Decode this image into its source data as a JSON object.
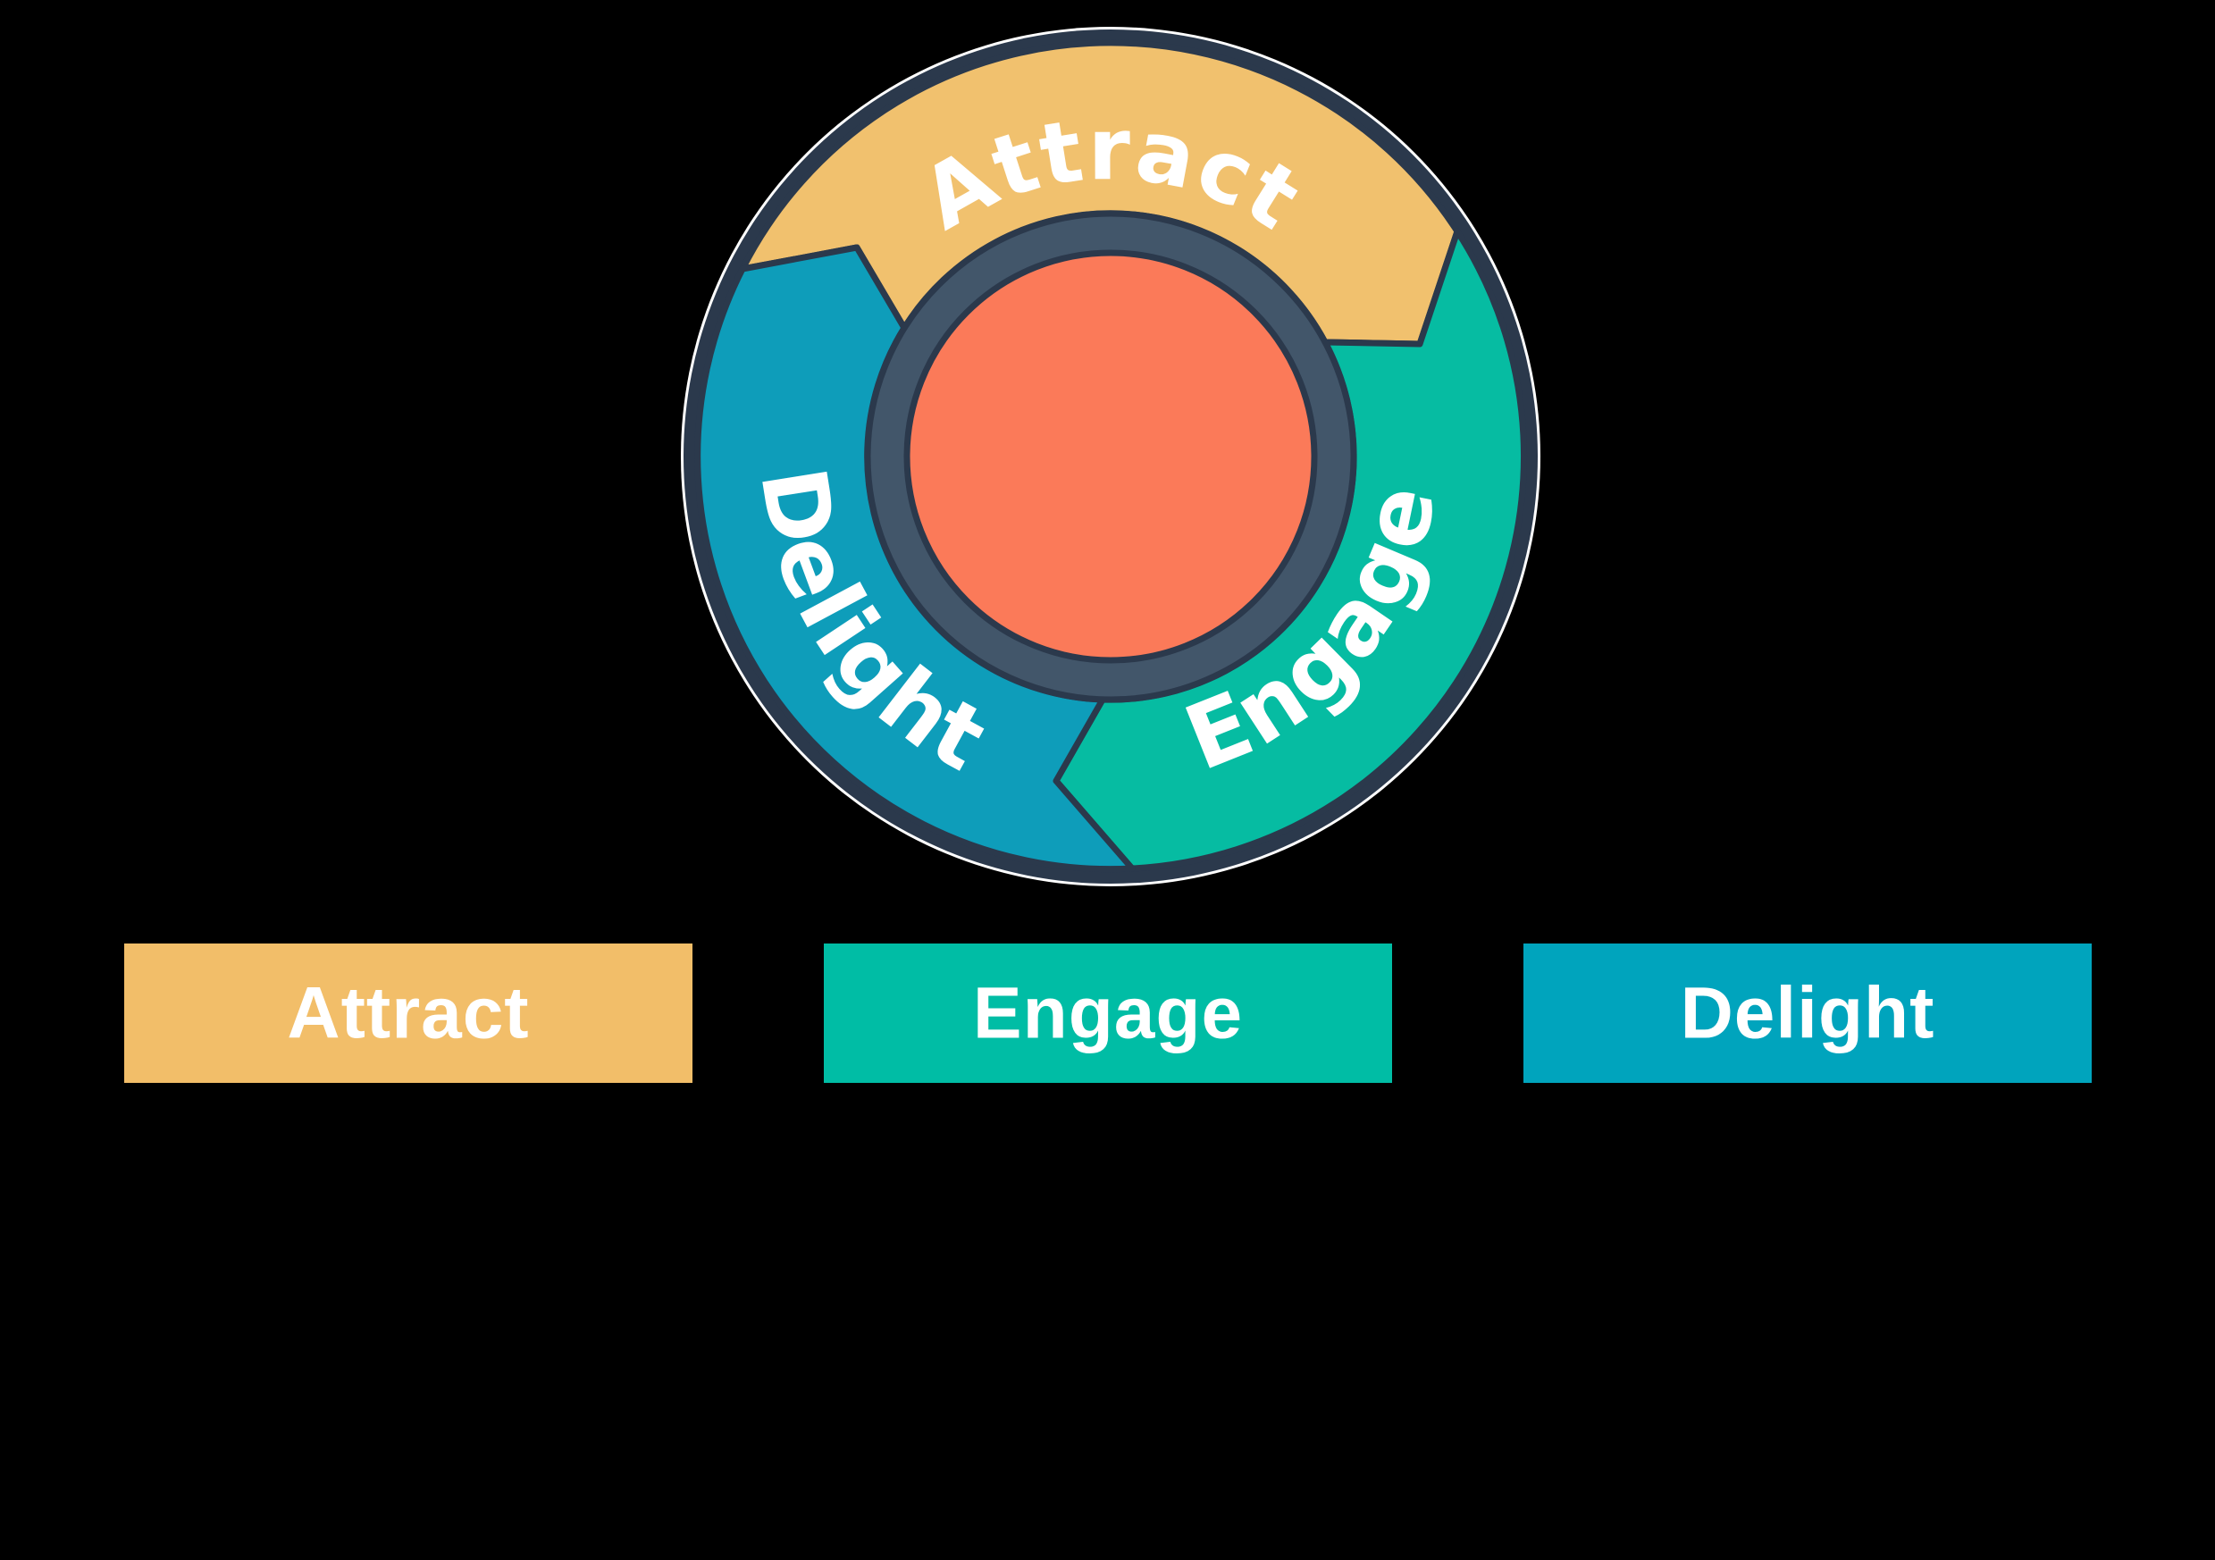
{
  "background_color": "#000000",
  "flywheel": {
    "description": "inbound-marketing-flywheel",
    "label_color": "#FFFFFF",
    "outline_color": "#2B394C",
    "halo_color": "#FFFFFF",
    "ring_color": "#42566A",
    "hub_color": "#FB7A59",
    "segments": [
      {
        "label": "Attract",
        "color": "#F1C16E"
      },
      {
        "label": "Engage",
        "color": "#06BCA2"
      },
      {
        "label": "Delight",
        "color": "#0E9DBA"
      }
    ]
  },
  "legend": {
    "label_color": "#FFFFFF",
    "items": [
      {
        "label": "Attract",
        "color": "#F2BE69"
      },
      {
        "label": "Engage",
        "color": "#00BDA5"
      },
      {
        "label": "Delight",
        "color": "#00A4BD"
      }
    ]
  }
}
